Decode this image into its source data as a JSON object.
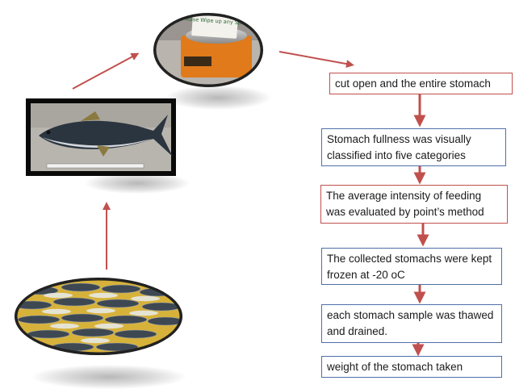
{
  "steps": [
    {
      "text": "cut open and the entire stomach"
    },
    {
      "text": "Stomach fullness was visually classified into five categories"
    },
    {
      "text": "The average intensity of feeding was evaluated by point’s method"
    },
    {
      "text": "The collected stomachs were kept frozen at -20 oC"
    },
    {
      "text": "each stomach sample was thawed and drained."
    },
    {
      "text": "weight of the stomach taken"
    }
  ],
  "images": {
    "scale_label": "Please Wipe up any Spills"
  },
  "colors": {
    "arrow": "#c0504d",
    "box_red": "#c0504d",
    "box_blue": "#4f6fa8"
  }
}
